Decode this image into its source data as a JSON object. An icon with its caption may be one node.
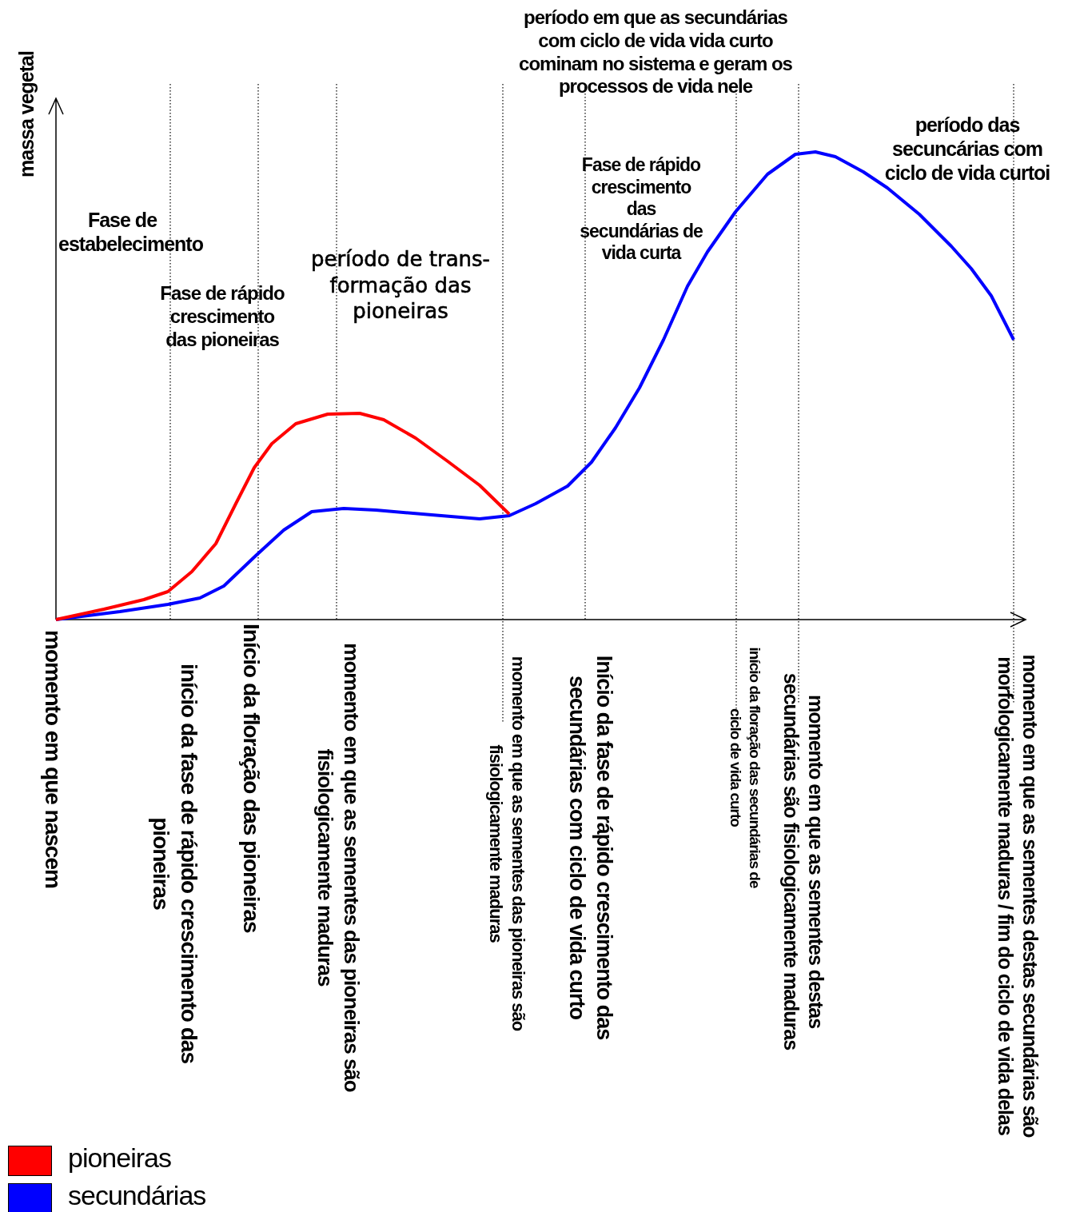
{
  "diagram": {
    "labels": [
      "massa vegetal",
      "Fase de estabelecimento",
      "Fase de rápido crescimento das pioneiras",
      "período de trans- formação das pioneiras",
      "período em que as secundárias com ciclo de vida vida curto cominam no sistema e geram os processos de vida nele",
      "Fase de rápido crescimento das secundárias de vida curta",
      "período das secuncárias com ciclo de vida curtoi",
      "momento em que nascem",
      "início da fase de rápido crescimento das pioneiras",
      "Início da floração das pioneiras",
      "momento em que as sementes das pioneiras são fisiologicamente maduras",
      "momento em que as sementes das pioneiras são fisiologicamente maduras",
      "Início da fase de rápido crescimento das secundárias com ciclo de vida curto",
      "início da floração das secundárias de ciclo de vida curto",
      "momento em que as sementes destas secundárias são fisiologicamente maduras",
      "momento em que as sementes destas secundárias são morfologicamente maduras / fim do ciclo de vida delas"
    ],
    "legend": [
      {
        "text": "pioneiras",
        "color": "#ff0000"
      },
      {
        "text": "secundárias",
        "color": "#0000ff"
      }
    ]
  }
}
